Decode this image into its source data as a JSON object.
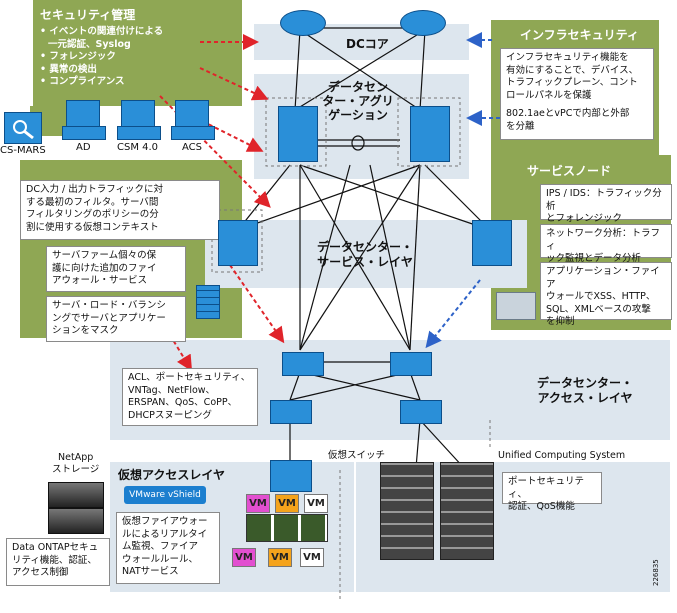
{
  "security_mgmt": {
    "title": "セキュリティ管理",
    "items": [
      "• イベントの関連付けによる",
      "一元認証、Syslog",
      "• フォレンジック",
      "• 異常の検出",
      "• コンプライアンス"
    ]
  },
  "infra_security": {
    "title": "インフラセキュリティ",
    "desc1": [
      "インフラセキュリティ機能を",
      "有効にすることで、デバイス、",
      "トラフィックプレーン、コント",
      "ロールパネルを保護"
    ],
    "desc2": [
      "802.1aeとvPCで内部と外部",
      "を分離"
    ]
  },
  "service_node": {
    "title": "サービスノード",
    "box1": [
      "IPS / IDS：トラフィック分析",
      "とフォレンジック"
    ],
    "box2": [
      "ネットワーク分析：トラフィ",
      "ック監視とデータ分析"
    ],
    "box3": [
      "アプリケーション・ファイア",
      "ウォールでXSS、HTTP、",
      "SQL、XMLベースの攻撃",
      "を抑制"
    ]
  },
  "layers": {
    "dc_core": "DCコア",
    "aggregation": [
      "データセン",
      "ター・アグリ",
      "ゲーション"
    ],
    "services": [
      "データセンター・",
      "サービス・レイヤ"
    ],
    "access": [
      "データセンター・",
      "アクセス・レイヤ"
    ]
  },
  "mgmt_devices": {
    "cs_mars": "CS-MARS",
    "ad": "AD",
    "csm": "CSM 4.0",
    "acs": "ACS"
  },
  "left_boxes": {
    "box1": [
      "DC入力 / 出力トラフィックに対",
      "する最初のフィルタ。サーバ間",
      "フィルタリングのポリシーの分",
      "割に使用する仮想コンテキスト"
    ],
    "box2": [
      "サーバファーム個々の保",
      "護に向けた追加のファイ",
      "アウォール・サービス"
    ],
    "box3": [
      "サーバ・ロード・バランシ",
      "ングでサーバとアプリケー",
      "ションをマスク"
    ]
  },
  "access_box": [
    "ACL、ポートセキュリティ、",
    "VNTag、NetFlow、",
    "ERSPAN、QoS、CoPP、",
    "DHCPスヌーピング"
  ],
  "netapp": {
    "title": [
      "NetApp",
      "ストレージ"
    ],
    "desc": [
      "Data ONTAPセキュ",
      "リティ機能、認証、",
      "アクセス制御"
    ]
  },
  "virtual_access": {
    "title": "仮想アクセスレイヤ",
    "vshield": "VMware vShield",
    "desc": [
      "仮想ファイアウォー",
      "ルによるリアルタイ",
      "ム監視、ファイア",
      "ウォールルール、",
      "NATサービス"
    ],
    "vswitch": "仮想スイッチ",
    "vm": "VM"
  },
  "ucs": {
    "title": "Unified Computing System",
    "desc": [
      "ポートセキュリティ、",
      "認証、QoS機能"
    ]
  },
  "figure_id": "226835",
  "colors": {
    "green": "#8fa754",
    "band": "#dde6ee",
    "red_arrow": "#e0242a",
    "blue_arrow": "#2d62c8",
    "device_blue": "#2a8fd8"
  }
}
